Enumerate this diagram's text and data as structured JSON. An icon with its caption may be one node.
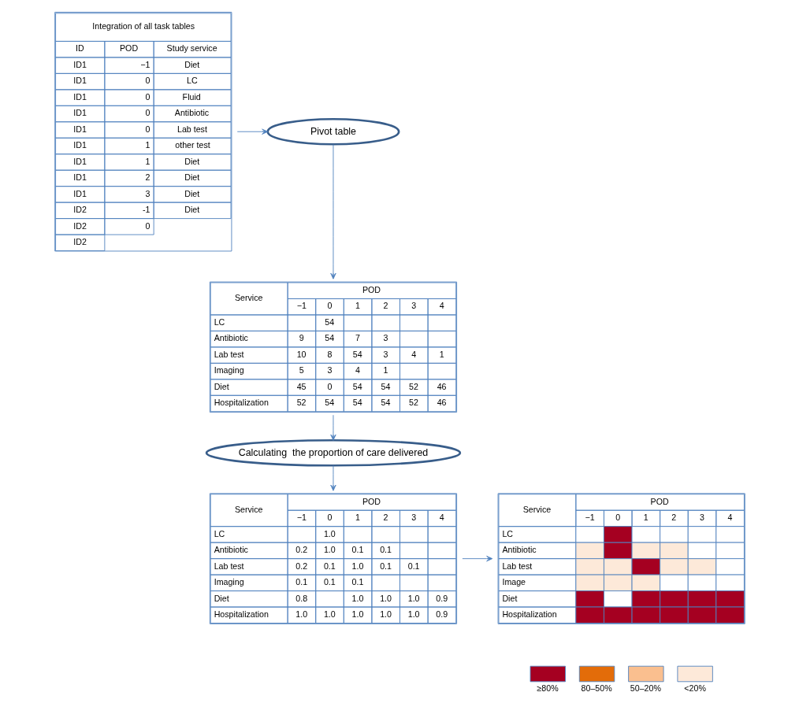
{
  "diagram": {
    "nodes": [
      {
        "text": [
          "Integration of all task tables",
          "ID",
          "POD",
          "Study service",
          "ID1",
          "−1",
          "Diet",
          "ID1",
          "0",
          "LC",
          "ID1",
          "0",
          "Fluid",
          "ID1",
          "0",
          "Antibiotic",
          "ID1",
          "0",
          "Lab test",
          "ID1",
          "1",
          "other test",
          "ID1",
          "1",
          "Diet",
          "ID1",
          "2",
          "Diet",
          "ID1",
          "3",
          "Diet",
          "ID2",
          "-1",
          "Diet",
          "ID2",
          "0",
          "ID2"
        ]
      },
      {
        "text": [
          "Pivot table"
        ]
      },
      {
        "text": [
          "Service",
          "POD",
          "−1",
          "0",
          "1",
          "2",
          "3",
          "4",
          "LC",
          "54",
          "Antibiotic",
          "9",
          "54",
          "7",
          "3",
          "Lab test",
          "10",
          "8",
          "54",
          "3",
          "4",
          "1",
          "Imaging",
          "5",
          "3",
          "4",
          "1",
          "Diet",
          "45",
          "0",
          "54",
          "54",
          "52",
          "46",
          "Hospitalization",
          "52",
          "54",
          "54",
          "54",
          "52",
          "46"
        ]
      },
      {
        "text": [
          "Calculating  the proportion of care delivered"
        ]
      },
      {
        "text": [
          "Service",
          "POD",
          "−1",
          "0",
          "1",
          "2",
          "3",
          "4",
          "LC",
          "1.0",
          "Antibiotic",
          "0.2",
          "1.0",
          "0.1",
          "0.1",
          "Lab test",
          "0.2",
          "0.1",
          "1.0",
          "0.1",
          "0.1",
          "Imaging",
          "0.1",
          "0.1",
          "0.1",
          "Diet",
          "0.8",
          "1.0",
          "1.0",
          "1.0",
          "0.9",
          "Hospitalization",
          "1.0",
          "1.0",
          "1.0",
          "1.0",
          "1.0",
          "0.9"
        ]
      },
      {
        "text": [
          "Service",
          "POD",
          "−1",
          "0",
          "1",
          "2",
          "3",
          "4",
          "LC",
          "Antibiotic",
          "Lab test",
          "Image",
          "Diet",
          "Hospitalization"
        ]
      }
    ],
    "edges": [
      {
        "from": 0,
        "to": 1,
        "arrow": "to"
      },
      {
        "from": 1,
        "to": 2,
        "arrow": "to"
      },
      {
        "from": 2,
        "to": 3,
        "arrow": "to"
      },
      {
        "from": 3,
        "to": 4,
        "arrow": "to"
      },
      {
        "from": 4,
        "to": 5,
        "arrow": "to"
      }
    ],
    "legend": [
      {
        "text": "≥80%",
        "color": "#a50021"
      },
      {
        "text": "80–50%",
        "color": "#e36c09"
      },
      {
        "text": "50–20%",
        "color": "#fabf8f"
      },
      {
        "text": "<20%",
        "color": "#fde9d9"
      }
    ]
  }
}
